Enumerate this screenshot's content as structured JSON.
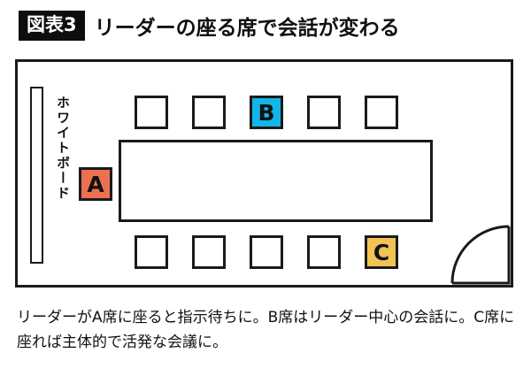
{
  "header": {
    "badge": "図表3",
    "title": "リーダーの座る席で会話が変わる"
  },
  "diagram": {
    "whiteboard_label": "ホワイトボード",
    "door_icon": "door-swing-icon",
    "table_name": "conference-table",
    "seats": {
      "top_row": [
        {
          "label": "",
          "color": "#ffffff",
          "highlight": false
        },
        {
          "label": "",
          "color": "#ffffff",
          "highlight": false
        },
        {
          "label": "B",
          "color": "#11b6e8",
          "highlight": true
        },
        {
          "label": "",
          "color": "#ffffff",
          "highlight": false
        },
        {
          "label": "",
          "color": "#ffffff",
          "highlight": false
        }
      ],
      "bottom_row": [
        {
          "label": "",
          "color": "#ffffff",
          "highlight": false
        },
        {
          "label": "",
          "color": "#ffffff",
          "highlight": false
        },
        {
          "label": "",
          "color": "#ffffff",
          "highlight": false
        },
        {
          "label": "",
          "color": "#ffffff",
          "highlight": false
        },
        {
          "label": "C",
          "color": "#f2c254",
          "highlight": true
        }
      ],
      "head_seat": {
        "label": "A",
        "color": "#ed7050",
        "highlight": true
      }
    }
  },
  "caption": {
    "text": "リーダーがA席に座ると指示待ちに。B席はリーダー中心の会話に。C席に座れば主体的で活発な会議に。"
  },
  "colors": {
    "seat_a": "#ed7050",
    "seat_b": "#11b6e8",
    "seat_c": "#f2c254",
    "outline": "#1a1a1a",
    "badge_bg": "#0d0d0d",
    "background": "#ffffff"
  }
}
